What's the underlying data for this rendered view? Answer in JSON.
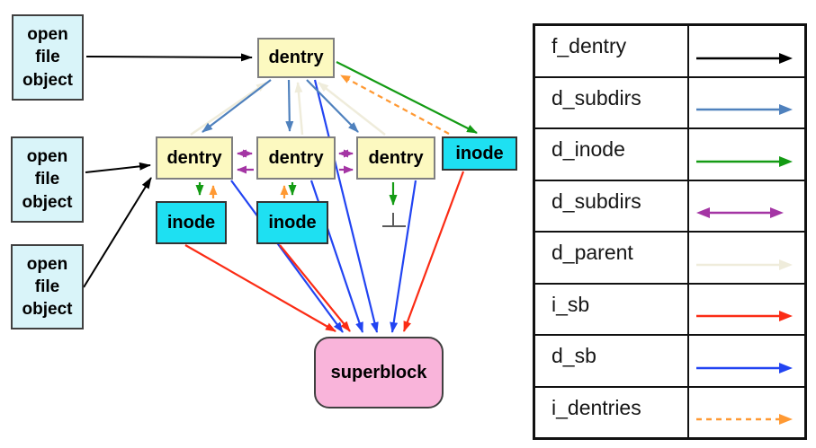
{
  "nodes": {
    "open_file_object": "open\nfile\nobject",
    "dentry": "dentry",
    "inode": "inode",
    "superblock": "superblock",
    "null_marker": "⊥"
  },
  "colors": {
    "f_dentry": "#000000",
    "d_subdirs": "#4f81bd",
    "d_inode": "#149b14",
    "d_subdirs_double": "#a435a4",
    "d_parent": "#efecdb",
    "i_sb": "#fb2c15",
    "d_sb": "#2244f2",
    "i_dentries": "#ff9933",
    "dentry_fill": "#fcf9c0",
    "inode_fill": "#1ee0f2",
    "open_file_fill": "#d9f4f9",
    "superblock_fill": "#f9b4da"
  },
  "legend": {
    "rows": [
      {
        "label": "f_dentry",
        "style": "solid",
        "heads": "right"
      },
      {
        "label": "d_subdirs",
        "style": "solid",
        "heads": "right"
      },
      {
        "label": "d_inode",
        "style": "solid",
        "heads": "right"
      },
      {
        "label": "d_subdirs",
        "style": "solid",
        "heads": "both"
      },
      {
        "label": "d_parent",
        "style": "solid",
        "heads": "right"
      },
      {
        "label": "i_sb",
        "style": "solid",
        "heads": "right"
      },
      {
        "label": "d_sb",
        "style": "solid",
        "heads": "right"
      },
      {
        "label": "i_dentries",
        "style": "dashed",
        "heads": "right"
      }
    ]
  }
}
